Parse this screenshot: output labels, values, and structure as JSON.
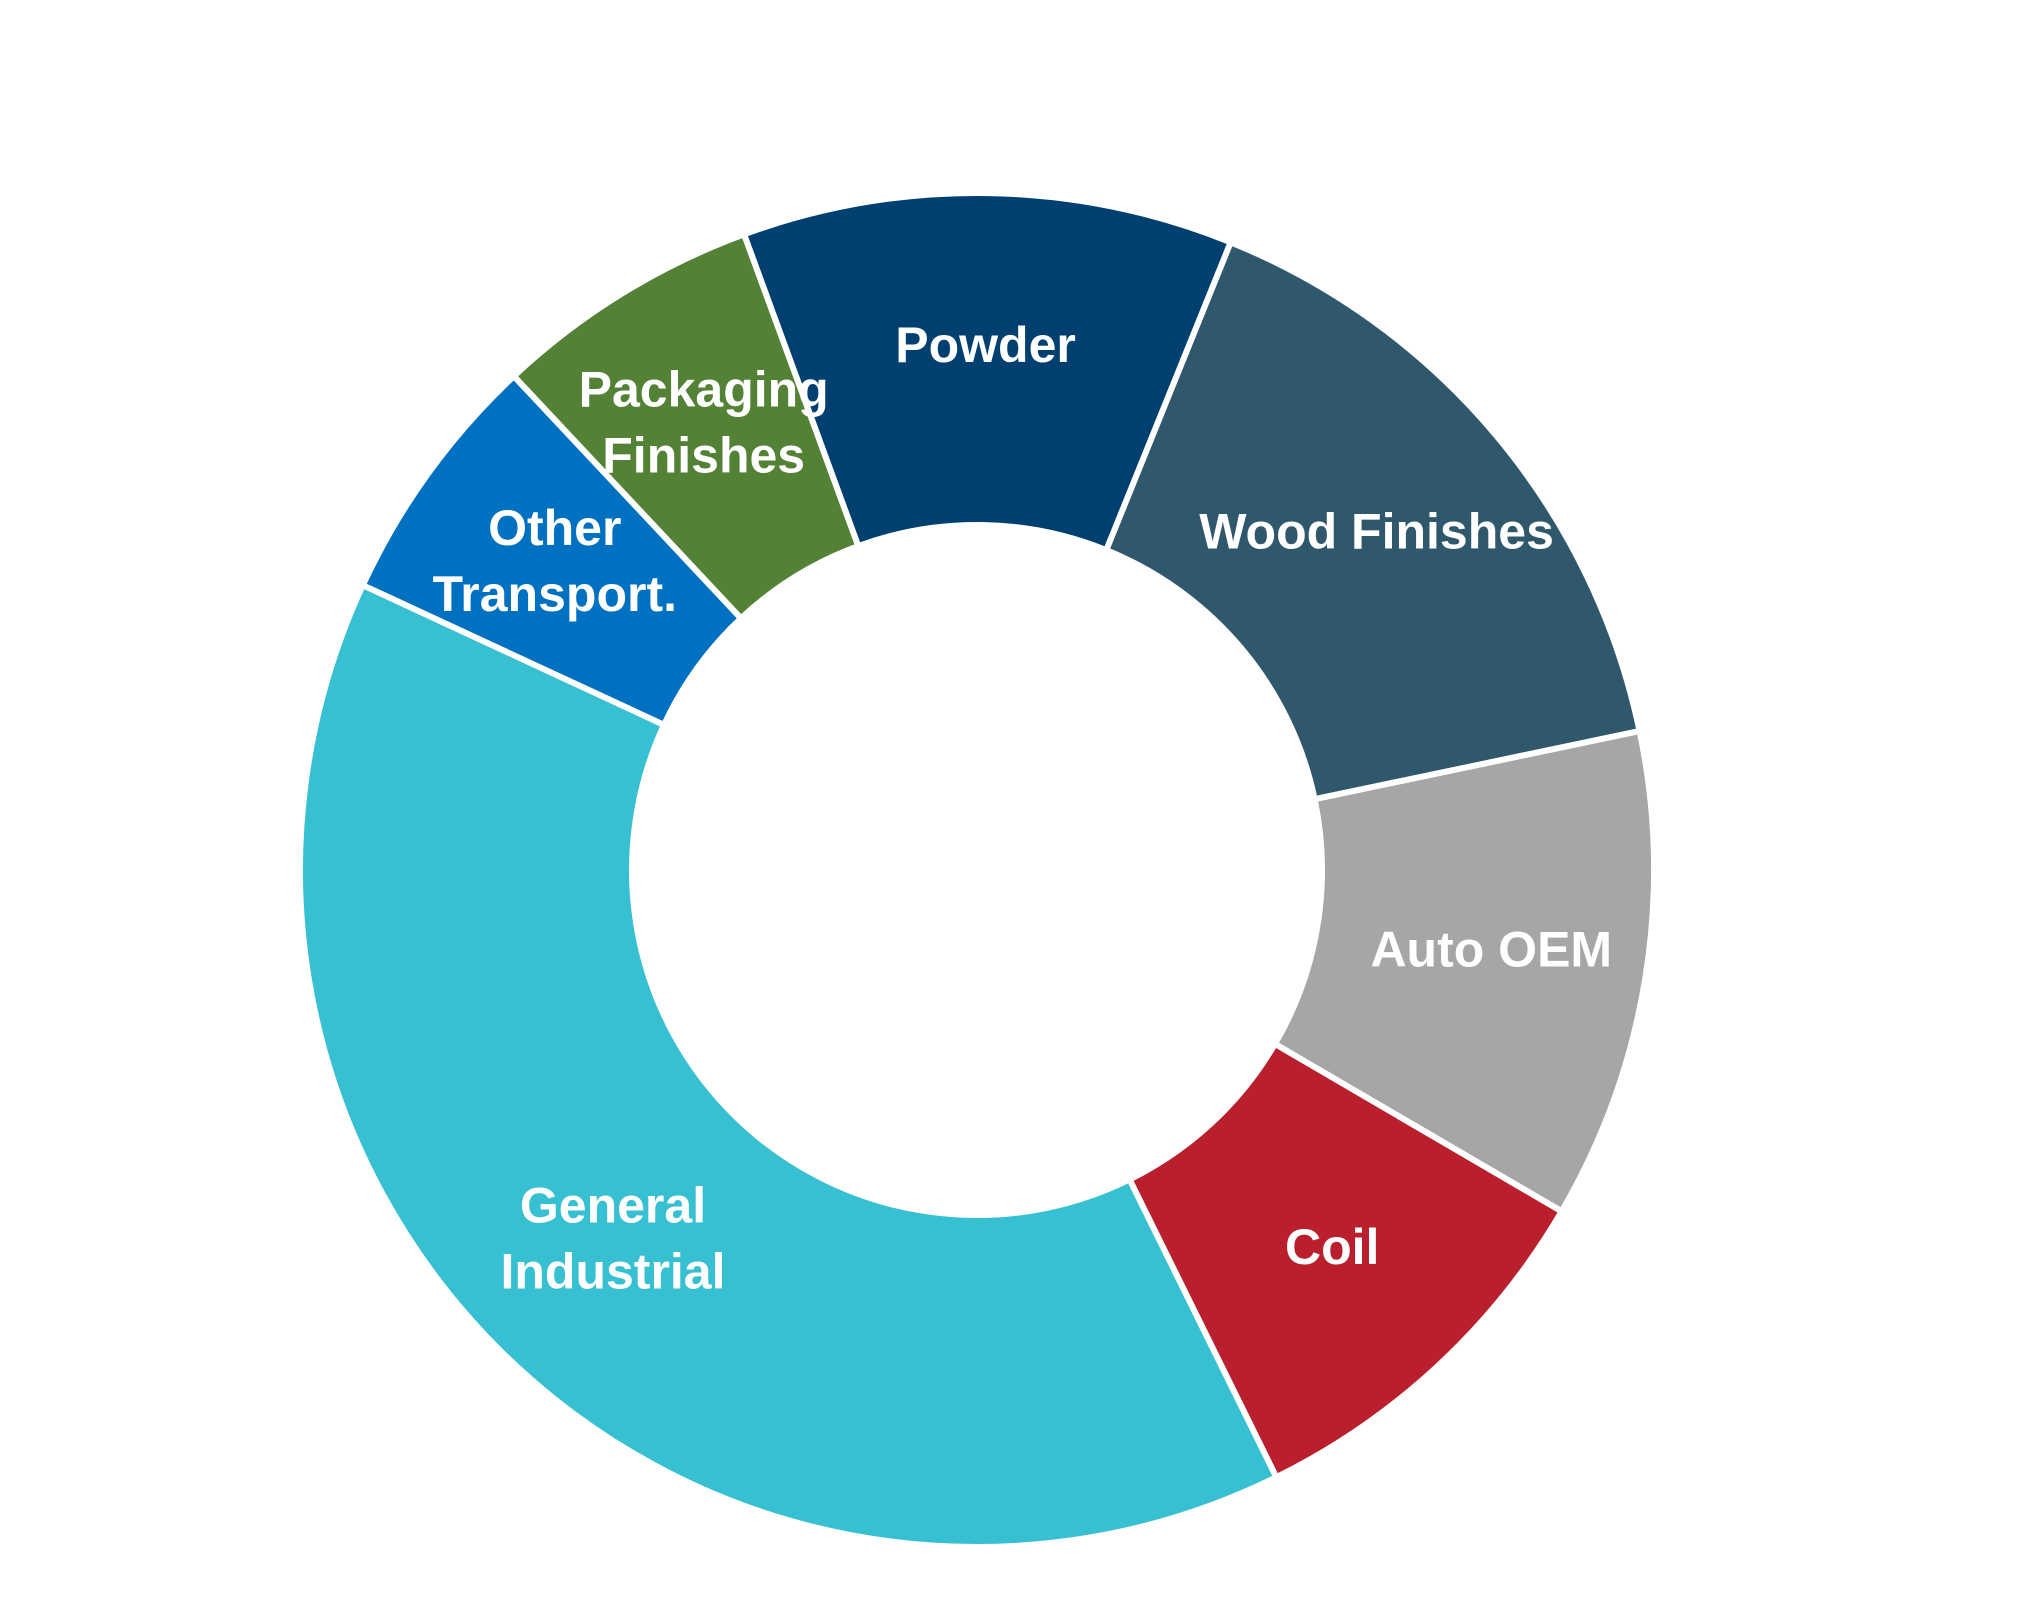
{
  "chart_data": {
    "type": "pie",
    "title": "",
    "donut": true,
    "legend": "none",
    "slices": [
      {
        "name": "Wood Finishes",
        "label_lines": [
          "Wood Finishes"
        ],
        "value": 15.6,
        "color": "#30586D"
      },
      {
        "name": "Auto OEM",
        "label_lines": [
          "Auto OEM"
        ],
        "value": 11.7,
        "color": "#A6A6A6"
      },
      {
        "name": "Coil",
        "label_lines": [
          "Coil"
        ],
        "value": 9.3,
        "color": "#BA1F2E"
      },
      {
        "name": "General Industrial",
        "label_lines": [
          "General",
          "Industrial"
        ],
        "value": 39.2,
        "color": "#37C0D2"
      },
      {
        "name": "Other Transport.",
        "label_lines": [
          "Other",
          "Transport."
        ],
        "value": 6.1,
        "color": "#0070C0"
      },
      {
        "name": "Packaging Finishes",
        "label_lines": [
          "Packaging",
          "Finishes"
        ],
        "value": 6.4,
        "color": "#538135"
      },
      {
        "name": "Powder",
        "label_lines": [
          "Powder"
        ],
        "value": 11.7,
        "color": "#004070"
      }
    ]
  }
}
